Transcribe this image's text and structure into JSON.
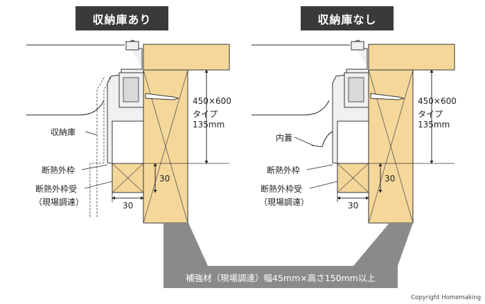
{
  "titles": {
    "left": "収納庫あり",
    "right": "収納庫なし"
  },
  "left": {
    "label_storage": "収納庫",
    "label_frame": "断熱外枠",
    "label_receiver_1": "断熱外枠受",
    "label_receiver_2": "（現場調達）",
    "spec_1": "450×600",
    "spec_2": "タイプ",
    "spec_3": "135mm",
    "dim_vertical": "30",
    "dim_horizontal": "30"
  },
  "right": {
    "label_lid": "内蓋",
    "label_frame": "断熱外枠",
    "label_receiver_1": "断熱外枠受",
    "label_receiver_2": "（現場調達）",
    "spec_1": "450×600",
    "spec_2": "タイプ",
    "spec_3": "135mm",
    "dim_vertical": "30",
    "dim_horizontal": "30"
  },
  "banner": "補強材（現場調達）幅45mm×高さ150mm以上",
  "copyright": "Copyright Homemaking",
  "colors": {
    "wood": "#f5d79a",
    "wood_stroke": "#333333",
    "title_bg": "#3a3a3a",
    "banner_bg": "#8a8a8a",
    "metal": "#f0f0f0"
  }
}
